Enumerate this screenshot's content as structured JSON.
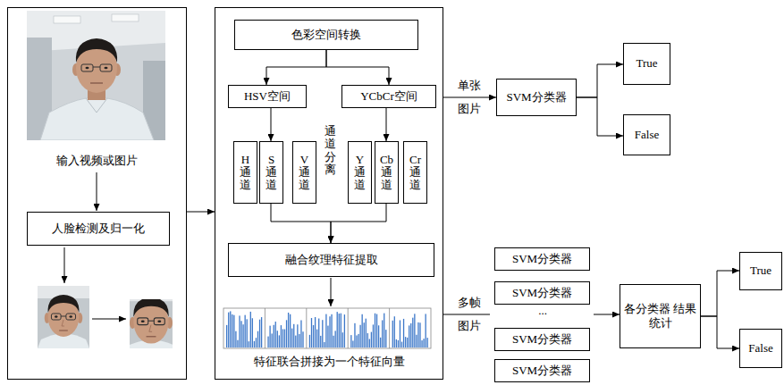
{
  "diagram": {
    "nodes": [
      {
        "text": [
          "输入视频或图片"
        ]
      },
      {
        "text": [
          "人脸检测及归一化"
        ],
        "in": 0
      },
      {
        "text": [
          "特征联合拼接为一个特征向量"
        ]
      },
      {
        "text": [
          "色彩空间转换"
        ],
        "in": 2
      },
      {
        "text": [
          "HSV空间"
        ],
        "in": 2
      },
      {
        "text": [
          "YCbCr空间"
        ],
        "in": 2
      },
      {
        "text": [
          "H通道"
        ],
        "in": 2
      },
      {
        "text": [
          "S通道"
        ],
        "in": 2
      },
      {
        "text": [
          "V通道"
        ],
        "in": 2
      },
      {
        "text": [
          "Y通道"
        ],
        "in": 2
      },
      {
        "text": [
          "Cb通道"
        ],
        "in": 2
      },
      {
        "text": [
          "Cr通道"
        ],
        "in": 2
      },
      {
        "text": [
          "融合纹理特征提取"
        ],
        "in": 2
      },
      {
        "text": [
          "SVM分类器"
        ]
      },
      {
        "text": [
          "True"
        ]
      },
      {
        "text": [
          "False"
        ]
      },
      {
        "text": [
          "SVM分类器"
        ]
      },
      {
        "text": [
          "SVM分类器"
        ]
      },
      {
        "text": [
          "SVM分类器"
        ]
      },
      {
        "text": [
          "SVM分类器"
        ]
      },
      {
        "text": [
          "各分类器 结果统计"
        ]
      },
      {
        "text": [
          "True"
        ]
      },
      {
        "text": [
          "False"
        ]
      }
    ],
    "edges": [
      {
        "from": 0,
        "to": 2,
        "arrow": "to"
      },
      {
        "from": 3,
        "to": 4,
        "arrow": "to"
      },
      {
        "from": 3,
        "to": 5,
        "arrow": "to"
      },
      {
        "from": 4,
        "to": 7,
        "arrow": "to"
      },
      {
        "from": 5,
        "to": 10,
        "arrow": "to"
      },
      {
        "from": 7,
        "to": 12,
        "arrow": "to"
      },
      {
        "from": 10,
        "to": 12,
        "arrow": "to"
      },
      {
        "from": 2,
        "to": 13,
        "label": "单张 图片",
        "arrow": "to"
      },
      {
        "from": 13,
        "to": 14,
        "arrow": "to"
      },
      {
        "from": 13,
        "to": 15,
        "arrow": "to"
      },
      {
        "from": 2,
        "to": 20,
        "label": "多帧 图片",
        "arrow": "to"
      },
      {
        "from": 20,
        "to": 21,
        "arrow": "to"
      },
      {
        "from": 20,
        "to": 22,
        "arrow": "to"
      }
    ],
    "labels": [
      "通道分离",
      "..."
    ]
  }
}
